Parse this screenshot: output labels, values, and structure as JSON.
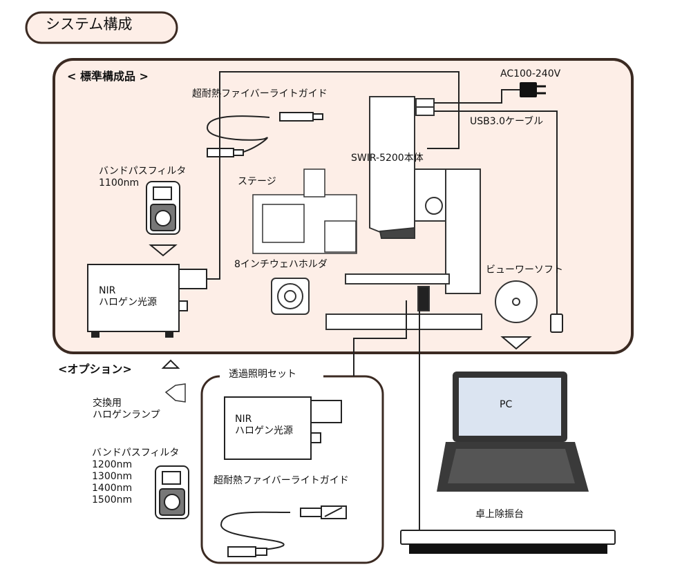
{
  "title": "システム構成",
  "standard": {
    "heading": "< 標準構成品 >",
    "light_guide": "超耐熱ファイバーライトガイド",
    "power": "AC100-240V",
    "usb": "USB3.0ケーブル",
    "main_unit": "SWIR-5200本体",
    "bandpass_filter": "バンドパスフィルタ\n1100nm",
    "stage": "ステージ",
    "wafer_holder": "8インチウェハホルダ",
    "light_source": "NIR\nハロゲン光源",
    "viewer_software": "ビューワーソフト"
  },
  "option": {
    "heading": "<オプション>",
    "lamp": "交換用\nハロゲンランプ",
    "bandpass_filter": "バンドパスフィルタ\n1200nm\n1300nm\n1400nm\n1500nm"
  },
  "transmitted_set": {
    "heading": "透過照明セット",
    "light_source": "NIR\nハロゲン光源",
    "light_guide": "超耐熱ファイバーライトガイド"
  },
  "pc": {
    "label": "PC"
  },
  "vibration_table": {
    "label": "卓上除振台"
  },
  "colors": {
    "panel_fill": "#fdeee7",
    "border": "#3b2a22",
    "screen": "#dbe4f1"
  }
}
